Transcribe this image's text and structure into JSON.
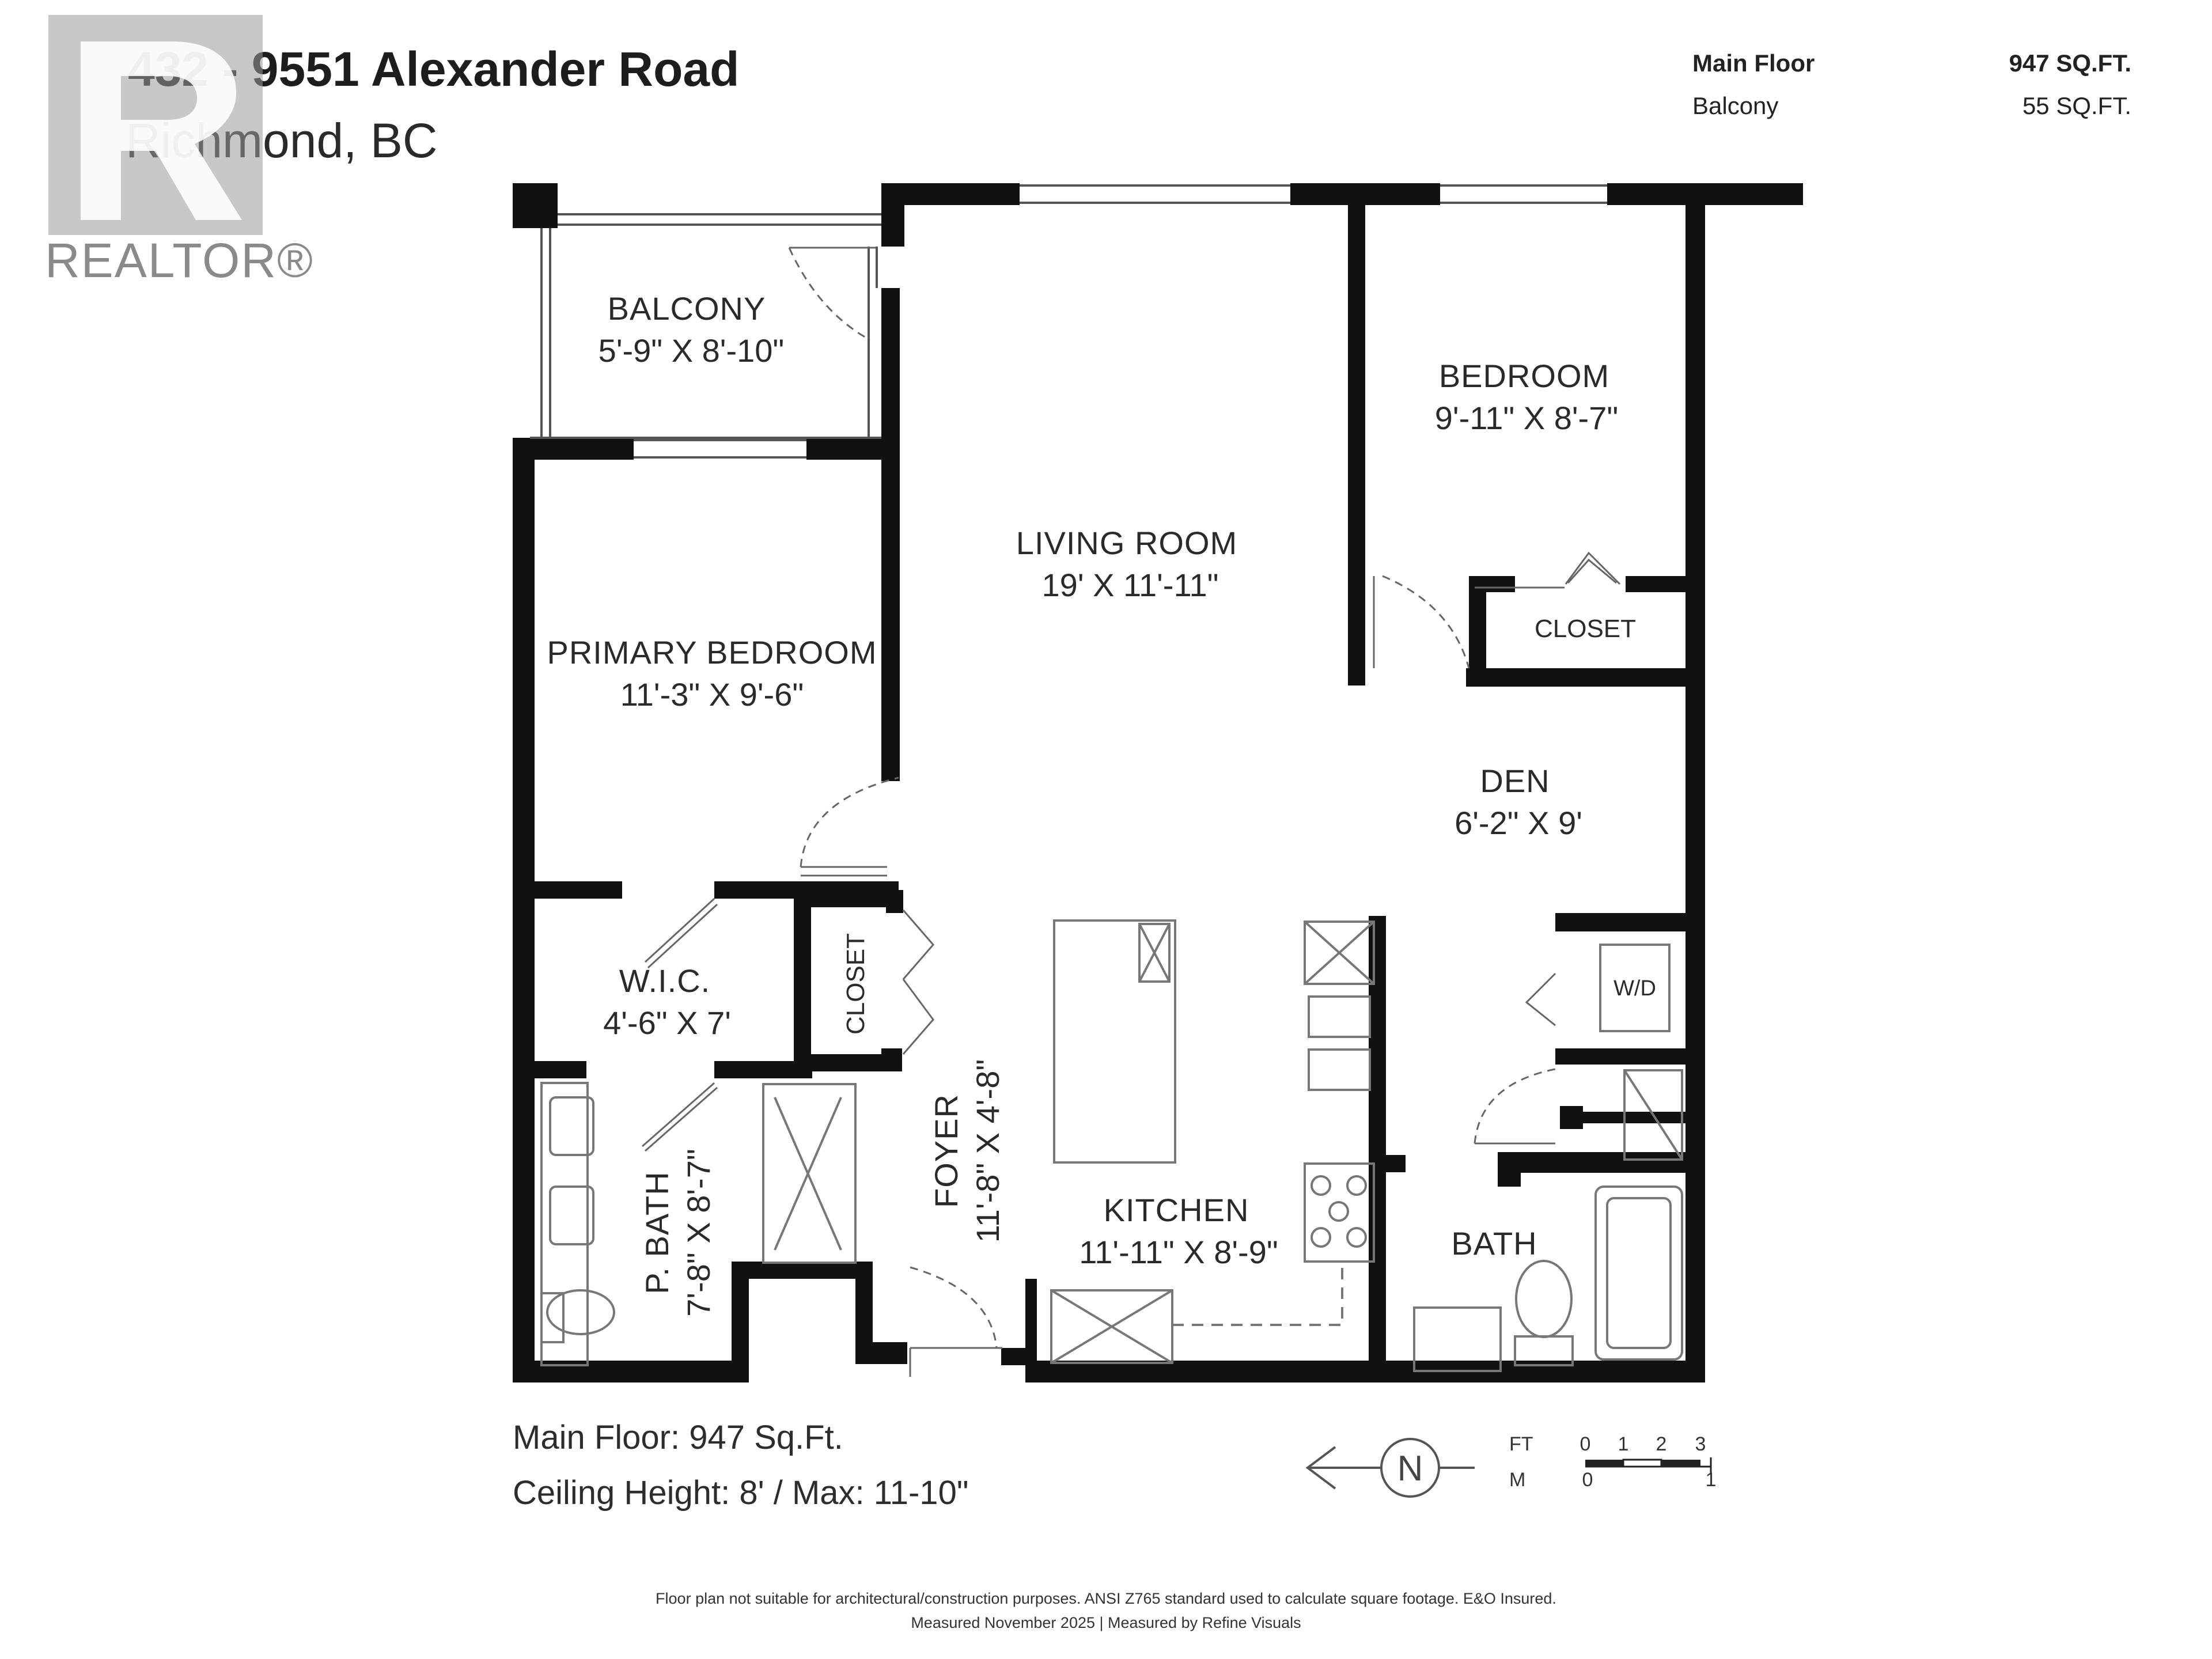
{
  "header": {
    "title": "432 - 9551 Alexander Road",
    "subtitle": "Richmond, BC"
  },
  "logo": {
    "text": "REALTOR®",
    "icon": "realtor-r-icon",
    "color": "#8a8a8a"
  },
  "areas": [
    {
      "label": "Main Floor",
      "value": "947 SQ.FT."
    },
    {
      "label": "Balcony",
      "value": "55 SQ.FT."
    }
  ],
  "rooms": {
    "balcony": {
      "name": "BALCONY",
      "dims": "5'-9\" X 8'-10\""
    },
    "bedroom": {
      "name": "BEDROOM",
      "dims": "9'-11\" X 8'-7\""
    },
    "living_room": {
      "name": "LIVING ROOM",
      "dims": "19' X 11'-11\""
    },
    "primary_bedroom": {
      "name": "PRIMARY BEDROOM",
      "dims": "11'-3\" X 9'-6\""
    },
    "closet_bedroom": {
      "name": "CLOSET"
    },
    "den": {
      "name": "DEN",
      "dims": "6'-2\" X 9'"
    },
    "wic": {
      "name": "W.I.C.",
      "dims": "4'-6\" X 7'"
    },
    "closet_foyer": {
      "name": "CLOSET"
    },
    "wd": {
      "name": "W/D"
    },
    "pbath": {
      "name": "P. BATH",
      "dims": "7'-8\" X 8'-7\""
    },
    "foyer": {
      "name": "FOYER",
      "dims": "11'-8\" X 4'-8\""
    },
    "kitchen": {
      "name": "KITCHEN",
      "dims": "11'-11\" X 8'-9\""
    },
    "bath": {
      "name": "BATH"
    }
  },
  "footer": {
    "main_floor": "Main Floor: 947 Sq.Ft.",
    "ceiling": "Ceiling Height: 8' / Max: 11-10\"",
    "disclaimer_line1": "Floor plan not suitable for architectural/construction purposes. ANSI Z765 standard used to calculate square footage. E&O Insured.",
    "disclaimer_line2": "Measured November 2025 | Measured by Refine Visuals"
  },
  "compass": {
    "letter": "N",
    "icon": "north-arrow-icon"
  },
  "scale_bar": {
    "ft_label": "FT",
    "ft_ticks": [
      "0",
      "1",
      "2",
      "3"
    ],
    "m_label": "M",
    "m_ticks": [
      "0",
      "1"
    ]
  }
}
